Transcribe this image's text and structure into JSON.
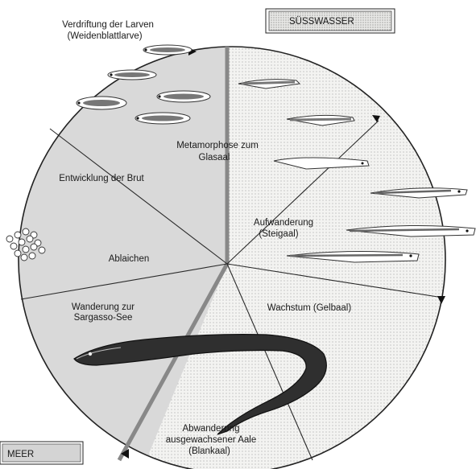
{
  "legend": {
    "freshwater": "SÜSSWASSER",
    "sea": "MEER"
  },
  "stages": {
    "larvae_drift_1": "Verdriftung der Larven",
    "larvae_drift_2": "(Weidenblattlarve)",
    "brood_development": "Entwicklung der Brut",
    "spawning": "Ablaichen",
    "migration_1": "Wanderung zur",
    "migration_2": "Sargasso-See",
    "metamorphosis_1": "Metamorphose zum",
    "metamorphosis_2": "Glasaal",
    "upstream_1": "Aufwanderung",
    "upstream_2": "(Steigaal)",
    "growth": "Wachstum (Gelbaal)",
    "downstream_1": "Abwanderung",
    "downstream_2": "ausgewachsener Aale",
    "downstream_3": "(Blankaal)"
  },
  "colors": {
    "sea_fill": "#d9d9d9",
    "freshwater_fill": "#f1f1ef",
    "outline": "#222222"
  }
}
